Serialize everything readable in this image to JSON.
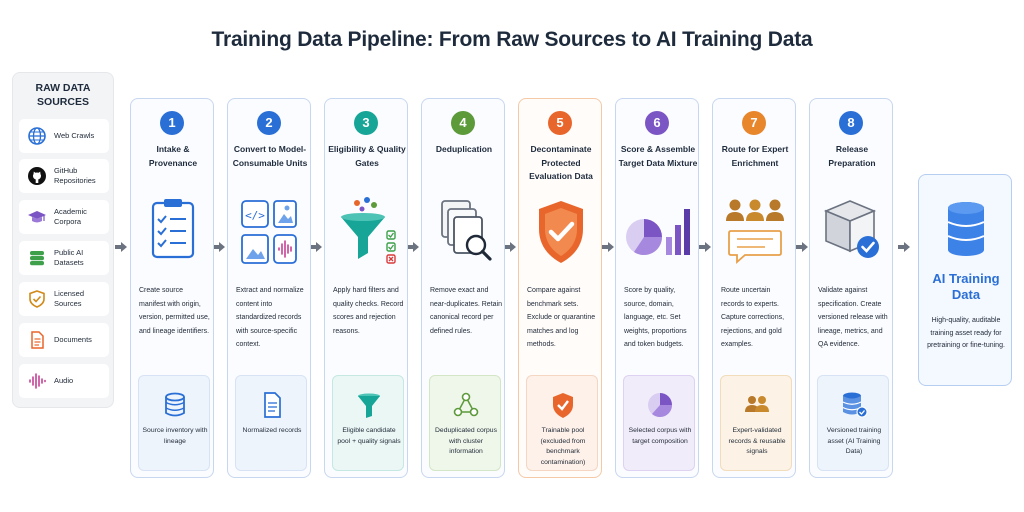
{
  "title": "Training Data Pipeline: From Raw Sources to AI Training Data",
  "sources": {
    "title": "RAW DATA SOURCES",
    "items": [
      {
        "label": "Web Crawls",
        "icon": "globe-icon"
      },
      {
        "label": "GitHub Repositories",
        "icon": "github-icon"
      },
      {
        "label": "Academic Corpora",
        "icon": "graduation-cap-icon"
      },
      {
        "label": "Public AI Datasets",
        "icon": "database-icon"
      },
      {
        "label": "Licensed Sources",
        "icon": "shield-check-icon"
      },
      {
        "label": "Documents",
        "icon": "document-icon"
      },
      {
        "label": "Audio",
        "icon": "audio-wave-icon"
      }
    ]
  },
  "steps": [
    {
      "number": "1",
      "title": "Intake & Provenance",
      "icon": "clipboard-checklist-icon",
      "description": "Create source manifest with origin, version, permitted use, and lineage identifiers.",
      "output": "Source inventory with lineage",
      "output_icon": "database-icon"
    },
    {
      "number": "2",
      "title": "Convert to Model-Consumable Units",
      "icon": "file-types-icon",
      "description": "Extract and normalize content into standardized records with source-specific context.",
      "output": "Normalized records",
      "output_icon": "document-icon"
    },
    {
      "number": "3",
      "title": "Eligibility & Quality Gates",
      "icon": "funnel-icon",
      "description": "Apply hard filters and quality checks. Record scores and rejection reasons.",
      "output": "Eligible candidate pool + quality signals",
      "output_icon": "funnel-icon"
    },
    {
      "number": "4",
      "title": "Deduplication",
      "icon": "documents-magnifier-icon",
      "description": "Remove exact and near-duplicates. Retain canonical record per defined rules.",
      "output": "Deduplicated corpus with cluster information",
      "output_icon": "cluster-icon"
    },
    {
      "number": "5",
      "title": "Decontaminate Protected Evaluation Data",
      "icon": "shield-check-icon",
      "description": "Compare against benchmark sets. Exclude or quarantine matches and log methods.",
      "output": "Trainable pool (excluded from benchmark contamination)",
      "output_icon": "shield-check-icon"
    },
    {
      "number": "6",
      "title": "Score & Assemble Target Data Mixture",
      "icon": "pie-bar-chart-icon",
      "description": "Score by quality, source, domain, language, etc. Set weights, proportions and token budgets.",
      "output": "Selected corpus with target composition",
      "output_icon": "pie-chart-icon"
    },
    {
      "number": "7",
      "title": "Route for Expert Enrichment",
      "icon": "experts-icon",
      "description": "Route uncertain records to experts. Capture corrections, rejections, and gold examples.",
      "output": "Expert-validated records & reusable signals",
      "output_icon": "people-icon"
    },
    {
      "number": "8",
      "title": "Release Preparation",
      "icon": "package-check-icon",
      "description": "Validate against specification. Create versioned release with lineage, metrics, and QA evidence.",
      "output": "Versioned training asset (AI Training Data)",
      "output_icon": "database-badge-icon"
    }
  ],
  "final": {
    "title": "AI Training Data",
    "description": "High-quality, auditable training asset ready for pretraining or fine-tuning.",
    "icon": "database-icon"
  },
  "colors": {
    "blue": "#2a6fd6",
    "teal": "#17a597",
    "green": "#5c9a3a",
    "orange": "#e8662c",
    "purple": "#7b55c4",
    "amber": "#c98a2e"
  }
}
